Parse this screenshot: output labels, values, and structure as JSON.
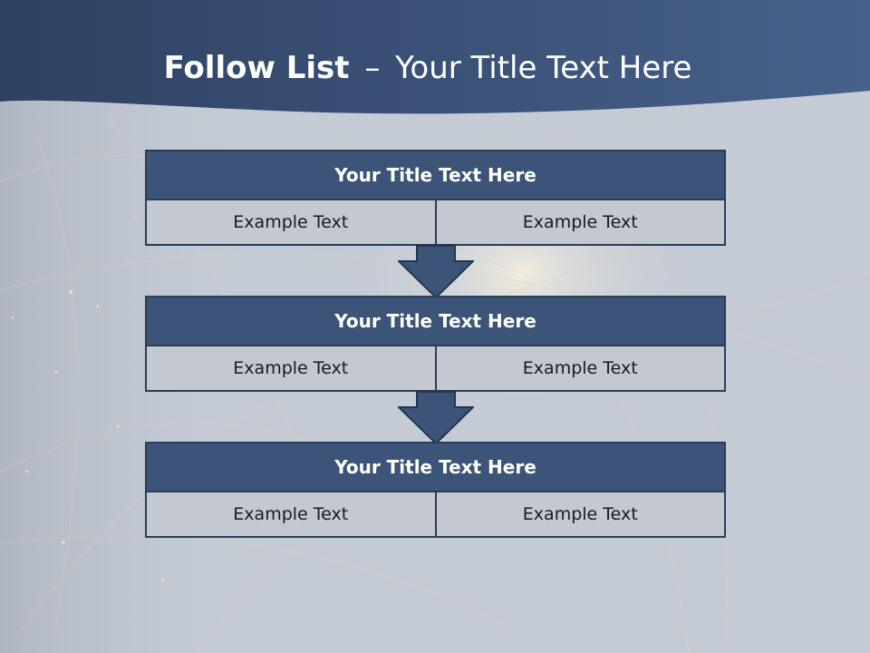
{
  "slide": {
    "title_bold": "Follow List",
    "title_separator": "–",
    "title_rest": "Your Title Text Here"
  },
  "steps": [
    {
      "title": "Your Title Text Here",
      "left": "Example Text",
      "right": "Example Text"
    },
    {
      "title": "Your Title Text Here",
      "left": "Example Text",
      "right": "Example Text"
    },
    {
      "title": "Your Title Text Here",
      "left": "Example Text",
      "right": "Example Text"
    }
  ],
  "colors": {
    "header_band": "#34496b",
    "box_title_fill": "#3c5478",
    "box_border": "#2a3d58",
    "cell_fill": "#c3c8d1"
  }
}
